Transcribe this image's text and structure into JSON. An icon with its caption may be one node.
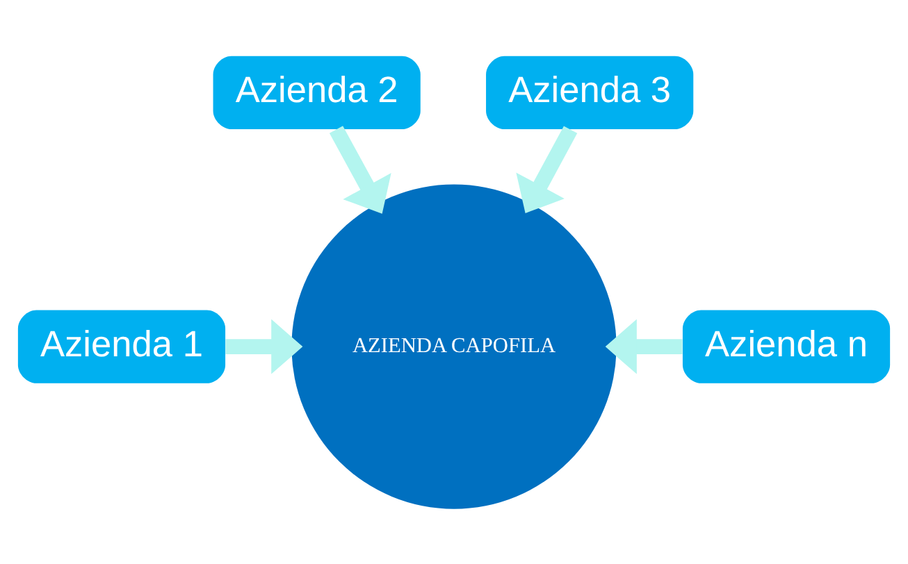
{
  "diagram": {
    "nodes": [
      {
        "text": [
          "Azienda 1"
        ]
      },
      {
        "text": [
          "Azienda 2"
        ]
      },
      {
        "text": [
          "Azienda 3"
        ]
      },
      {
        "text": [
          "Azienda n"
        ]
      },
      {
        "text": [
          "AZIENDA CAPOFILA"
        ]
      }
    ],
    "edges": [
      {
        "from": 0,
        "to": 4,
        "arrow": "to"
      },
      {
        "from": 1,
        "to": 4,
        "arrow": "to"
      },
      {
        "from": 2,
        "to": 4,
        "arrow": "to"
      },
      {
        "from": 3,
        "to": 4,
        "arrow": "to"
      }
    ]
  }
}
